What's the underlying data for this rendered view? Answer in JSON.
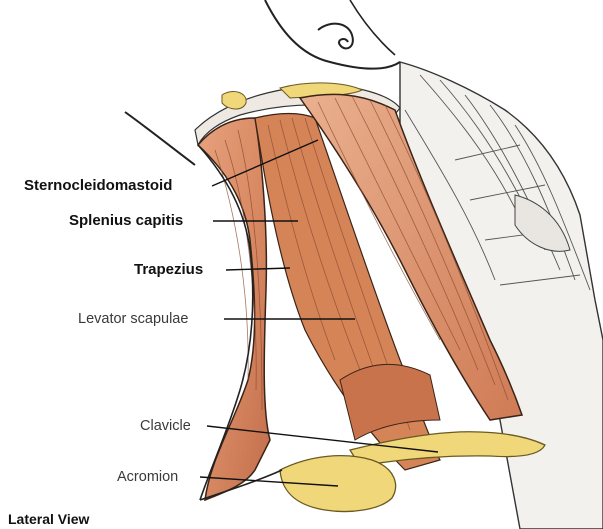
{
  "labels": {
    "sternocleidomastoid": "Sternocleidomastoid",
    "splenius_capitis": "Splenius capitis",
    "trapezius": "Trapezius",
    "levator_scapulae": "Levator scapulae",
    "clavicle": "Clavicle",
    "acromion": "Acromion"
  },
  "caption": "Lateral View",
  "colors": {
    "muscle": "#d98a63",
    "muscle_dark": "#b4603f",
    "muscle_light": "#eab08f",
    "bone": "#f0d77a",
    "outline": "#222222"
  }
}
